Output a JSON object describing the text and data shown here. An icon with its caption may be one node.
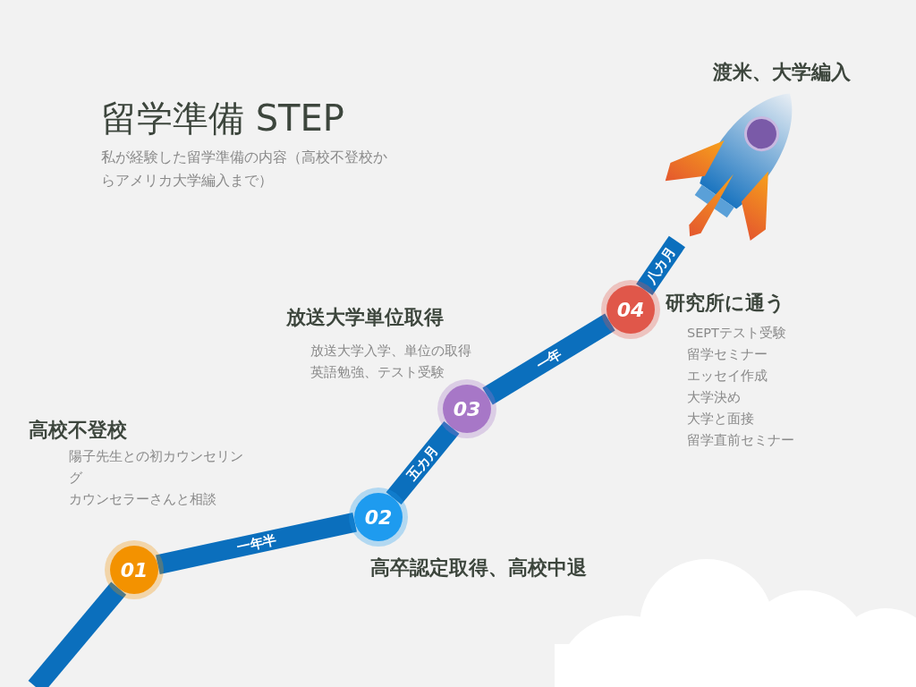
{
  "diagram": {
    "title": "留学準備 STEP",
    "nodes": [
      {
        "text": [
          "01"
        ],
        "beside": [
          "高校不登校",
          "陽子先生との初カウンセリング",
          "カウンセラーさんと相談"
        ]
      },
      {
        "text": [
          "02"
        ],
        "beside": [
          "高卒認定取得、高校中退"
        ]
      },
      {
        "text": [
          "03"
        ],
        "beside": [
          "放送大学単位取得",
          "放送大学入学、単位の取得",
          "英語勉強、テスト受験"
        ]
      },
      {
        "text": [
          "04"
        ],
        "beside": [
          "研究所に通う",
          "SEPTテスト受験",
          "留学セミナー",
          "エッセイ作成",
          "大学決め",
          "大学と面接",
          "留学直前セミナー"
        ]
      },
      {
        "text": [],
        "shape": "picture",
        "beside": [
          "渡米、大学編入"
        ]
      }
    ],
    "edges": [
      {
        "from": null,
        "to": 0,
        "arrow": "none"
      },
      {
        "from": 0,
        "to": 1,
        "arrow": "none",
        "label": "一年半"
      },
      {
        "from": 1,
        "to": 2,
        "arrow": "none",
        "label": "五カ月"
      },
      {
        "from": 2,
        "to": 3,
        "arrow": "none",
        "label": "一年"
      },
      {
        "from": 3,
        "to": 4,
        "arrow": "none",
        "label": "八カ月"
      }
    ],
    "labels": [
      "私が経験した留学準備の内容（高校不登校からアメリカ大学編入まで）"
    ]
  }
}
